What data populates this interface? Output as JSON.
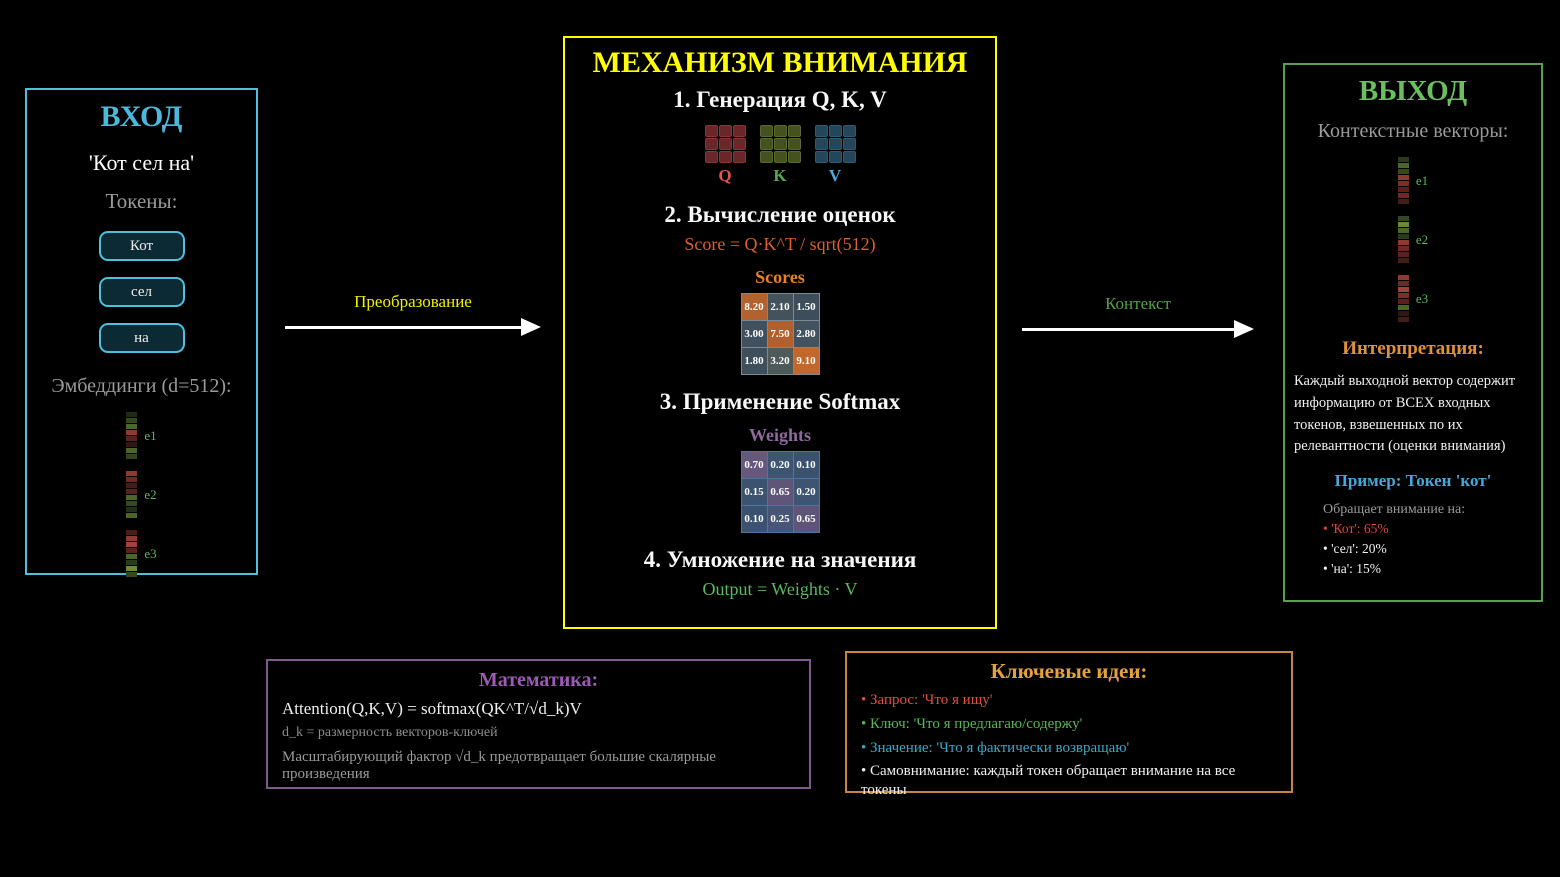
{
  "input_box": {
    "title": "ВХОД",
    "sentence": "'Кот сел на'",
    "tokens_label": "Токены:",
    "tokens": [
      "Кот",
      "сел",
      "на"
    ],
    "embeddings_label": "Эмбеддинги (d=512):",
    "embeddings": [
      {
        "label": "e1",
        "cells": [
          "#1e2a16",
          "#35491f",
          "#4c6628",
          "#8f3a30",
          "#55241f",
          "#2e1714",
          "#4c6628",
          "#33451e"
        ]
      },
      {
        "label": "e2",
        "cells": [
          "#8f3a30",
          "#6e2b24",
          "#431d18",
          "#55241f",
          "#4c6628",
          "#35491f",
          "#242f1a",
          "#4c6628"
        ]
      },
      {
        "label": "e3",
        "cells": [
          "#4a1f1a",
          "#8f3a30",
          "#a2423a",
          "#55241f",
          "#4c6628",
          "#2a3a1c",
          "#6a8a34",
          "#35491f"
        ]
      }
    ],
    "border_color": "#4fc0dc",
    "title_color": "#4db8dc"
  },
  "transform_arrow": {
    "label": "Преобразование",
    "color": "#f0f000"
  },
  "context_arrow": {
    "label": "Контекст",
    "color": "#55a048"
  },
  "attention_box": {
    "title": "МЕХАНИЗМ ВНИМАНИЯ",
    "title_color": "#ffff00",
    "border_color": "#ffff00",
    "step1": "1. Генерация Q, K, V",
    "qkv": [
      {
        "label": "Q",
        "cell_color": "#6b2727",
        "border_color": "#8a3434",
        "label_color": "#e05548"
      },
      {
        "label": "K",
        "cell_color": "#45521f",
        "border_color": "#5a6a2c",
        "label_color": "#55a84f"
      },
      {
        "label": "V",
        "cell_color": "#24465a",
        "border_color": "#2f5a74",
        "label_color": "#4fa8d8"
      }
    ],
    "step2": "2. Вычисление оценок",
    "score_formula": "Score = Q·K^T / sqrt(512)",
    "score_formula_color": "#dd5f2b",
    "scores_label": "Scores",
    "scores_label_color": "#e8831f",
    "scores_matrix": {
      "line_color": "#7b8a93",
      "values": [
        [
          "8.20",
          "2.10",
          "1.50"
        ],
        [
          "3.00",
          "7.50",
          "2.80"
        ],
        [
          "1.80",
          "3.20",
          "9.10"
        ]
      ],
      "colors": [
        [
          "#b2622f",
          "#44525c",
          "#3d4e5a"
        ],
        [
          "#41505f",
          "#b05f2e",
          "#42525e"
        ],
        [
          "#3e4f5b",
          "#4e5a58",
          "#c2682c"
        ]
      ]
    },
    "step3": "3. Применение Softmax",
    "weights_label": "Weights",
    "weights_label_color": "#8e6a9e",
    "weights_matrix": {
      "line_color": "#4e74a0",
      "values": [
        [
          "0.70",
          "0.20",
          "0.10"
        ],
        [
          "0.15",
          "0.65",
          "0.20"
        ],
        [
          "0.10",
          "0.25",
          "0.65"
        ]
      ],
      "colors": [
        [
          "#64597d",
          "#3d5571",
          "#3a5270"
        ],
        [
          "#3b536f",
          "#5e5578",
          "#3d5572"
        ],
        [
          "#3a526f",
          "#475677",
          "#5d5478"
        ]
      ]
    },
    "step4": "4. Умножение на значения",
    "output_formula": "Output = Weights · V",
    "output_formula_color": "#5cb85c"
  },
  "output_box": {
    "title": "ВЫХОД",
    "title_color": "#6cbf5e",
    "border_color": "#5a9e50",
    "vectors_label": "Контекстные векторы:",
    "vectors": [
      {
        "label": "e1",
        "cells": [
          "#2a3a1c",
          "#4c6628",
          "#35491f",
          "#8f3a30",
          "#7a2f28",
          "#55241f",
          "#6e2b24",
          "#431d18"
        ]
      },
      {
        "label": "e2",
        "cells": [
          "#35491f",
          "#6a8a34",
          "#4c6628",
          "#2a3a1c",
          "#8f3a30",
          "#6e2b24",
          "#55241f",
          "#431d18"
        ]
      },
      {
        "label": "e3",
        "cells": [
          "#8f3a30",
          "#6e2b24",
          "#a2423a",
          "#7a2f28",
          "#55241f",
          "#4c6628",
          "#2e1714",
          "#431d18"
        ]
      }
    ],
    "interpretation_title": "Интерпретация:",
    "interpretation_text": "Каждый выходной вектор содержит информацию от ВСЕХ входных токенов, взвешенных по их релевантности (оценки внимания)",
    "example_title": "Пример: Токен 'кот'",
    "attends_label": "Обращает внимание на:",
    "attention_items": [
      {
        "text": "'Кот': 65%",
        "color": "#d84a3a"
      },
      {
        "text": "'сел': 20%",
        "color": "#f0f0f0"
      },
      {
        "text": "'на': 15%",
        "color": "#f0f0f0"
      }
    ]
  },
  "math_box": {
    "title": "Математика:",
    "title_color": "#9d5ab4",
    "border_color": "#7e5a8a",
    "formula": "Attention(Q,K,V) = softmax(QK^T/√d_k)V",
    "note1": "d_k = размерность векторов-ключей",
    "note2": "Масштабирующий фактор √d_k предотвращает большие скалярные произведения"
  },
  "ideas_box": {
    "title": "Ключевые идеи:",
    "title_color": "#e3a33c",
    "border_color": "#c8873c",
    "items": [
      {
        "text": "Запрос: 'Что я ищу'",
        "color": "#e05040"
      },
      {
        "text": "Ключ: 'Что я предлагаю/содержу'",
        "color": "#55b855"
      },
      {
        "text": "Значение: 'Что я фактически возвращаю'",
        "color": "#38a8c8"
      },
      {
        "text": "Самовнимание: каждый токен обращает внимание на все токены",
        "color": "#f0f0f0"
      }
    ]
  }
}
